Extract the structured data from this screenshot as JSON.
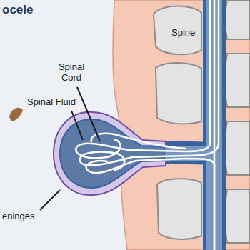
{
  "diagram": {
    "title": "ocele",
    "labels": [
      "Spine",
      "Spinal Cord",
      "Spinal Fluid",
      "eninges"
    ]
  }
}
